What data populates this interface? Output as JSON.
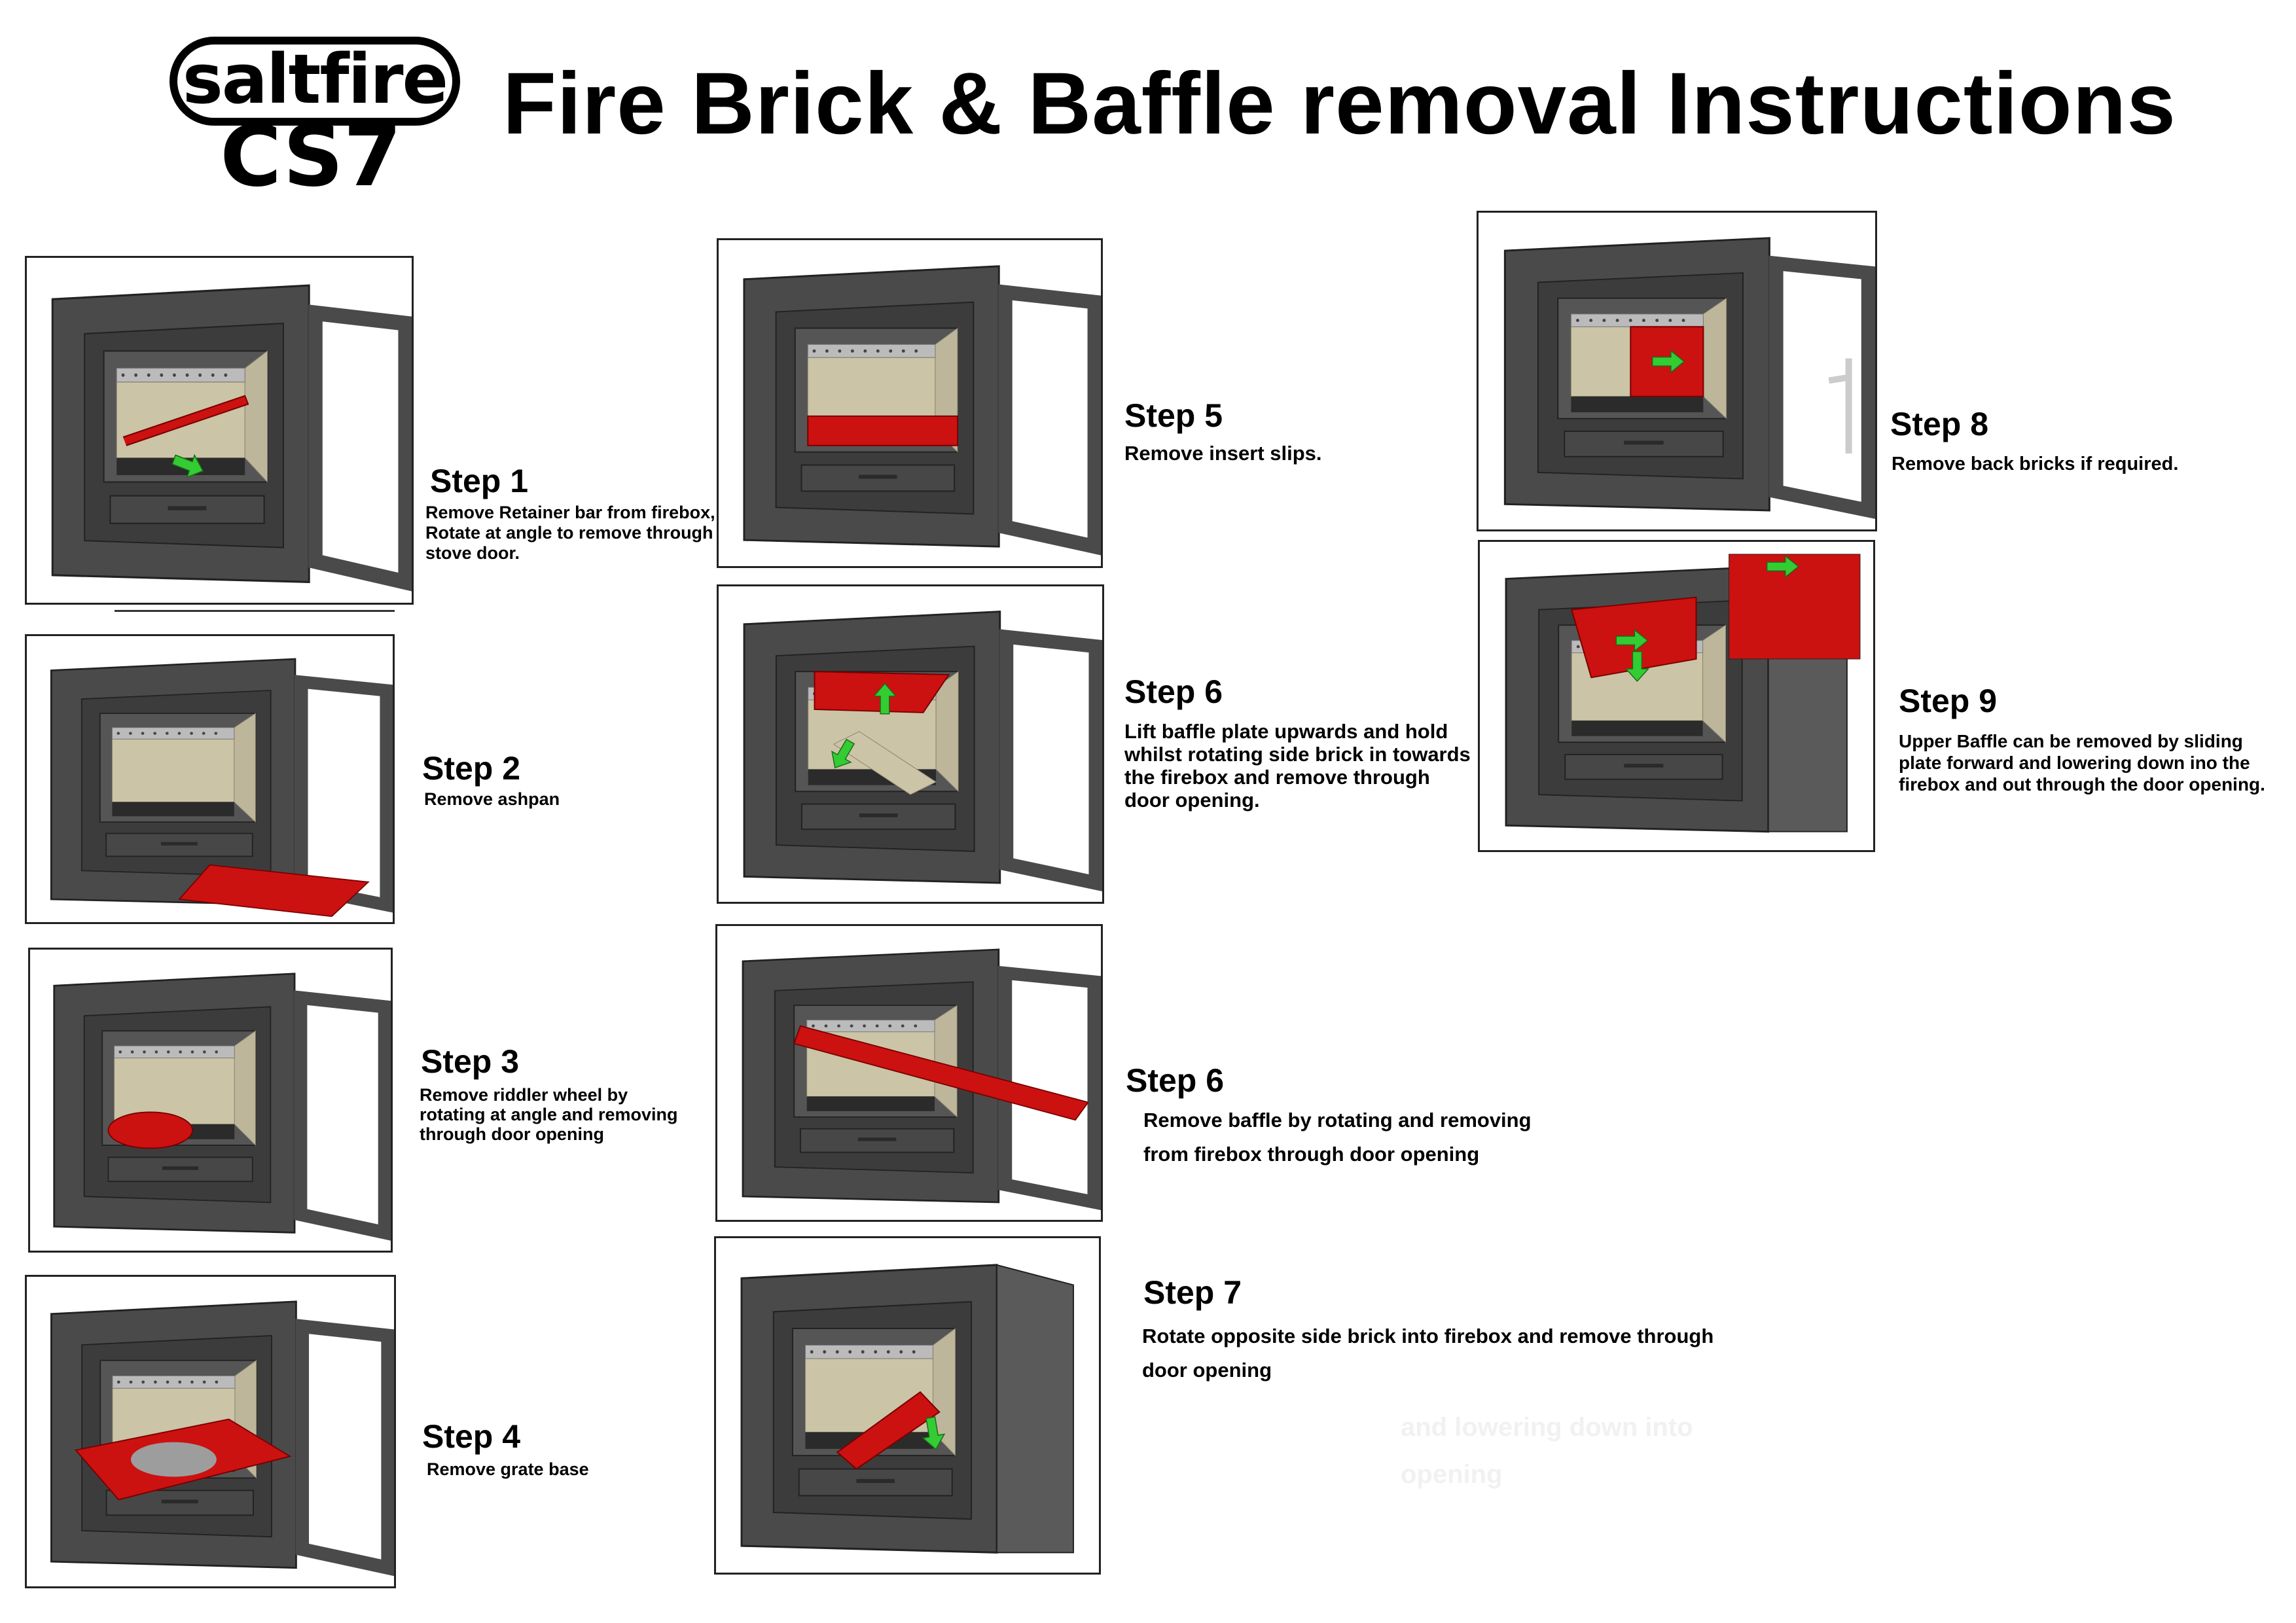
{
  "brand": {
    "logo_text": "saltfire",
    "model": "CS7"
  },
  "title": "Fire Brick & Baffle removal Instructions",
  "colors": {
    "highlight_part": "#cc1111",
    "arrow": "#33cc33",
    "stove_body": "#4a4a4a",
    "brick": "#cbc4a6"
  },
  "steps": [
    {
      "heading": "Step 1",
      "lines": [
        "Remove Retainer bar from firebox,",
        "Rotate at angle to remove through",
        "stove door."
      ]
    },
    {
      "heading": "Step 2",
      "lines": [
        "Remove ashpan"
      ]
    },
    {
      "heading": "Step 3",
      "lines": [
        "Remove riddler wheel by",
        "rotating at angle and removing",
        "through door opening"
      ]
    },
    {
      "heading": "Step 4",
      "lines": [
        "Remove grate base"
      ]
    },
    {
      "heading": "Step 5",
      "lines": [
        "Remove insert slips."
      ]
    },
    {
      "heading": "Step 6",
      "lines": [
        "Lift baffle plate upwards and hold",
        "whilst rotating side brick in towards",
        "the firebox and remove through",
        "door opening."
      ]
    },
    {
      "heading": "Step 6",
      "lines": [
        "Remove baffle by rotating and removing",
        "from firebox through door opening"
      ]
    },
    {
      "heading": "Step 7",
      "lines": [
        "Rotate opposite side brick into firebox and remove through",
        "door opening"
      ]
    },
    {
      "heading": "Step 8",
      "lines": [
        "Remove back bricks if required."
      ]
    },
    {
      "heading": "Step 9",
      "lines": [
        "Upper Baffle can be removed by sliding",
        "plate forward and  lowering down ino the",
        "firebox and out through the door opening."
      ]
    }
  ],
  "ghost_text": [
    "and lowering down into",
    "opening"
  ]
}
